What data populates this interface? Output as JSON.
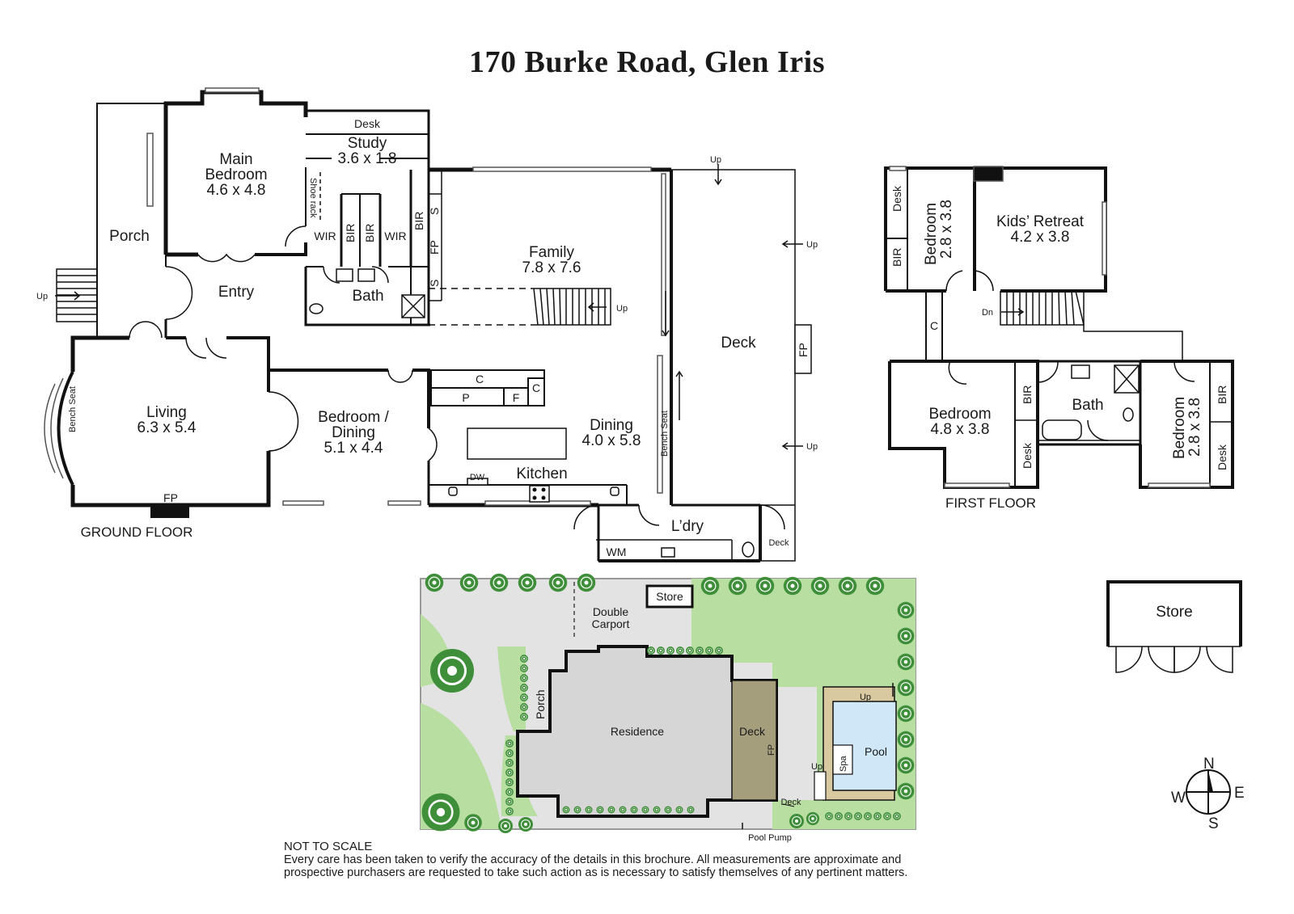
{
  "title": "170 Burke Road, Glen Iris",
  "ground_floor": {
    "label": "GROUND FLOOR",
    "rooms": {
      "main_bedroom": {
        "name": "Main Bedroom",
        "name1": "Main",
        "name2": "Bedroom",
        "size": "4.6 x 4.8"
      },
      "study": {
        "name": "Study",
        "size": "3.6 x 1.8"
      },
      "family": {
        "name": "Family",
        "size": "7.8 x 7.6"
      },
      "living": {
        "name": "Living",
        "size": "6.3 x 5.4"
      },
      "bedroom_dining": {
        "name": "Bedroom / Dining",
        "name1": "Bedroom /",
        "name2": "Dining",
        "size": "5.1 x 4.4"
      },
      "dining": {
        "name": "Dining",
        "size": "4.0 x 5.8"
      },
      "kitchen": {
        "name": "Kitchen"
      },
      "porch": {
        "name": "Porch"
      },
      "entry": {
        "name": "Entry"
      },
      "bath": {
        "name": "Bath"
      },
      "deck": {
        "name": "Deck"
      },
      "laundry": {
        "name": "L’dry"
      },
      "deck_small": {
        "name": "Deck"
      }
    },
    "fixtures": {
      "desk": "Desk",
      "shoe_rack": "Shoe rack",
      "wir": "WIR",
      "bir": "BIR",
      "s": "S",
      "fp": "FP",
      "c": "C",
      "p": "P",
      "f": "F",
      "dw": "DW",
      "wm": "WM",
      "bench_seat": "Bench Seat",
      "up": "Up"
    }
  },
  "first_floor": {
    "label": "FIRST FLOOR",
    "rooms": {
      "bedroom_a": {
        "name": "Bedroom",
        "size": "2.8 x 3.8"
      },
      "kids_retreat": {
        "name": "Kids’ Retreat",
        "size": "4.2 x 3.8"
      },
      "bedroom_b": {
        "name": "Bedroom",
        "size": "4.8 x 3.8"
      },
      "bath": {
        "name": "Bath"
      },
      "bedroom_c": {
        "name": "Bedroom",
        "size": "2.8 x 3.8"
      }
    },
    "fixtures": {
      "desk": "Desk",
      "bir": "BIR",
      "c": "C",
      "dn": "Dn"
    }
  },
  "site_plan": {
    "labels": {
      "double_carport1": "Double",
      "double_carport2": "Carport",
      "store": "Store",
      "porch": "Porch",
      "residence": "Residence",
      "deck": "Deck",
      "fp": "FP",
      "pool": "Pool",
      "spa": "Spa",
      "up": "Up",
      "deck_small": "Deck",
      "pool_pump": "Pool Pump"
    }
  },
  "outbuilding": {
    "label": "Store"
  },
  "compass": {
    "n": "N",
    "e": "E",
    "s": "S",
    "w": "W"
  },
  "disclaimer": {
    "heading": "NOT TO SCALE",
    "line1": "Every care has been taken to verify the accuracy of the details in this brochure. All measurements are approximate and",
    "line2": "prospective purchasers are requested to take such action as is necessary to satisfy themselves of any pertinent matters."
  },
  "colors": {
    "wall": "#111111",
    "lawn": "#b8dea1",
    "paving": "#e3e3e3",
    "residence": "#d6d6d6",
    "deck": "#a59e7c",
    "pool": "#cfe7f7",
    "tree": "#3f8f3a"
  }
}
